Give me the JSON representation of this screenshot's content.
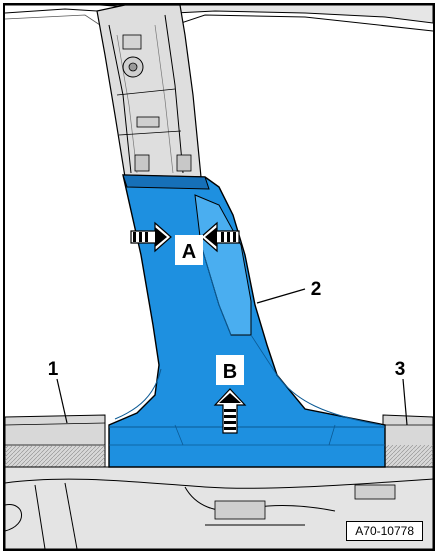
{
  "diagram": {
    "callouts": [
      "1",
      "2",
      "3"
    ],
    "arrow_labels": {
      "a": "A",
      "b": "B"
    },
    "reference": "A70-10778",
    "colors": {
      "trim_panel": "#1e90e0",
      "trim_panel_dark": "#1670b8",
      "trim_panel_light": "#4aaef0",
      "body_structure": "#dcdcdc",
      "line": "#000000"
    }
  }
}
